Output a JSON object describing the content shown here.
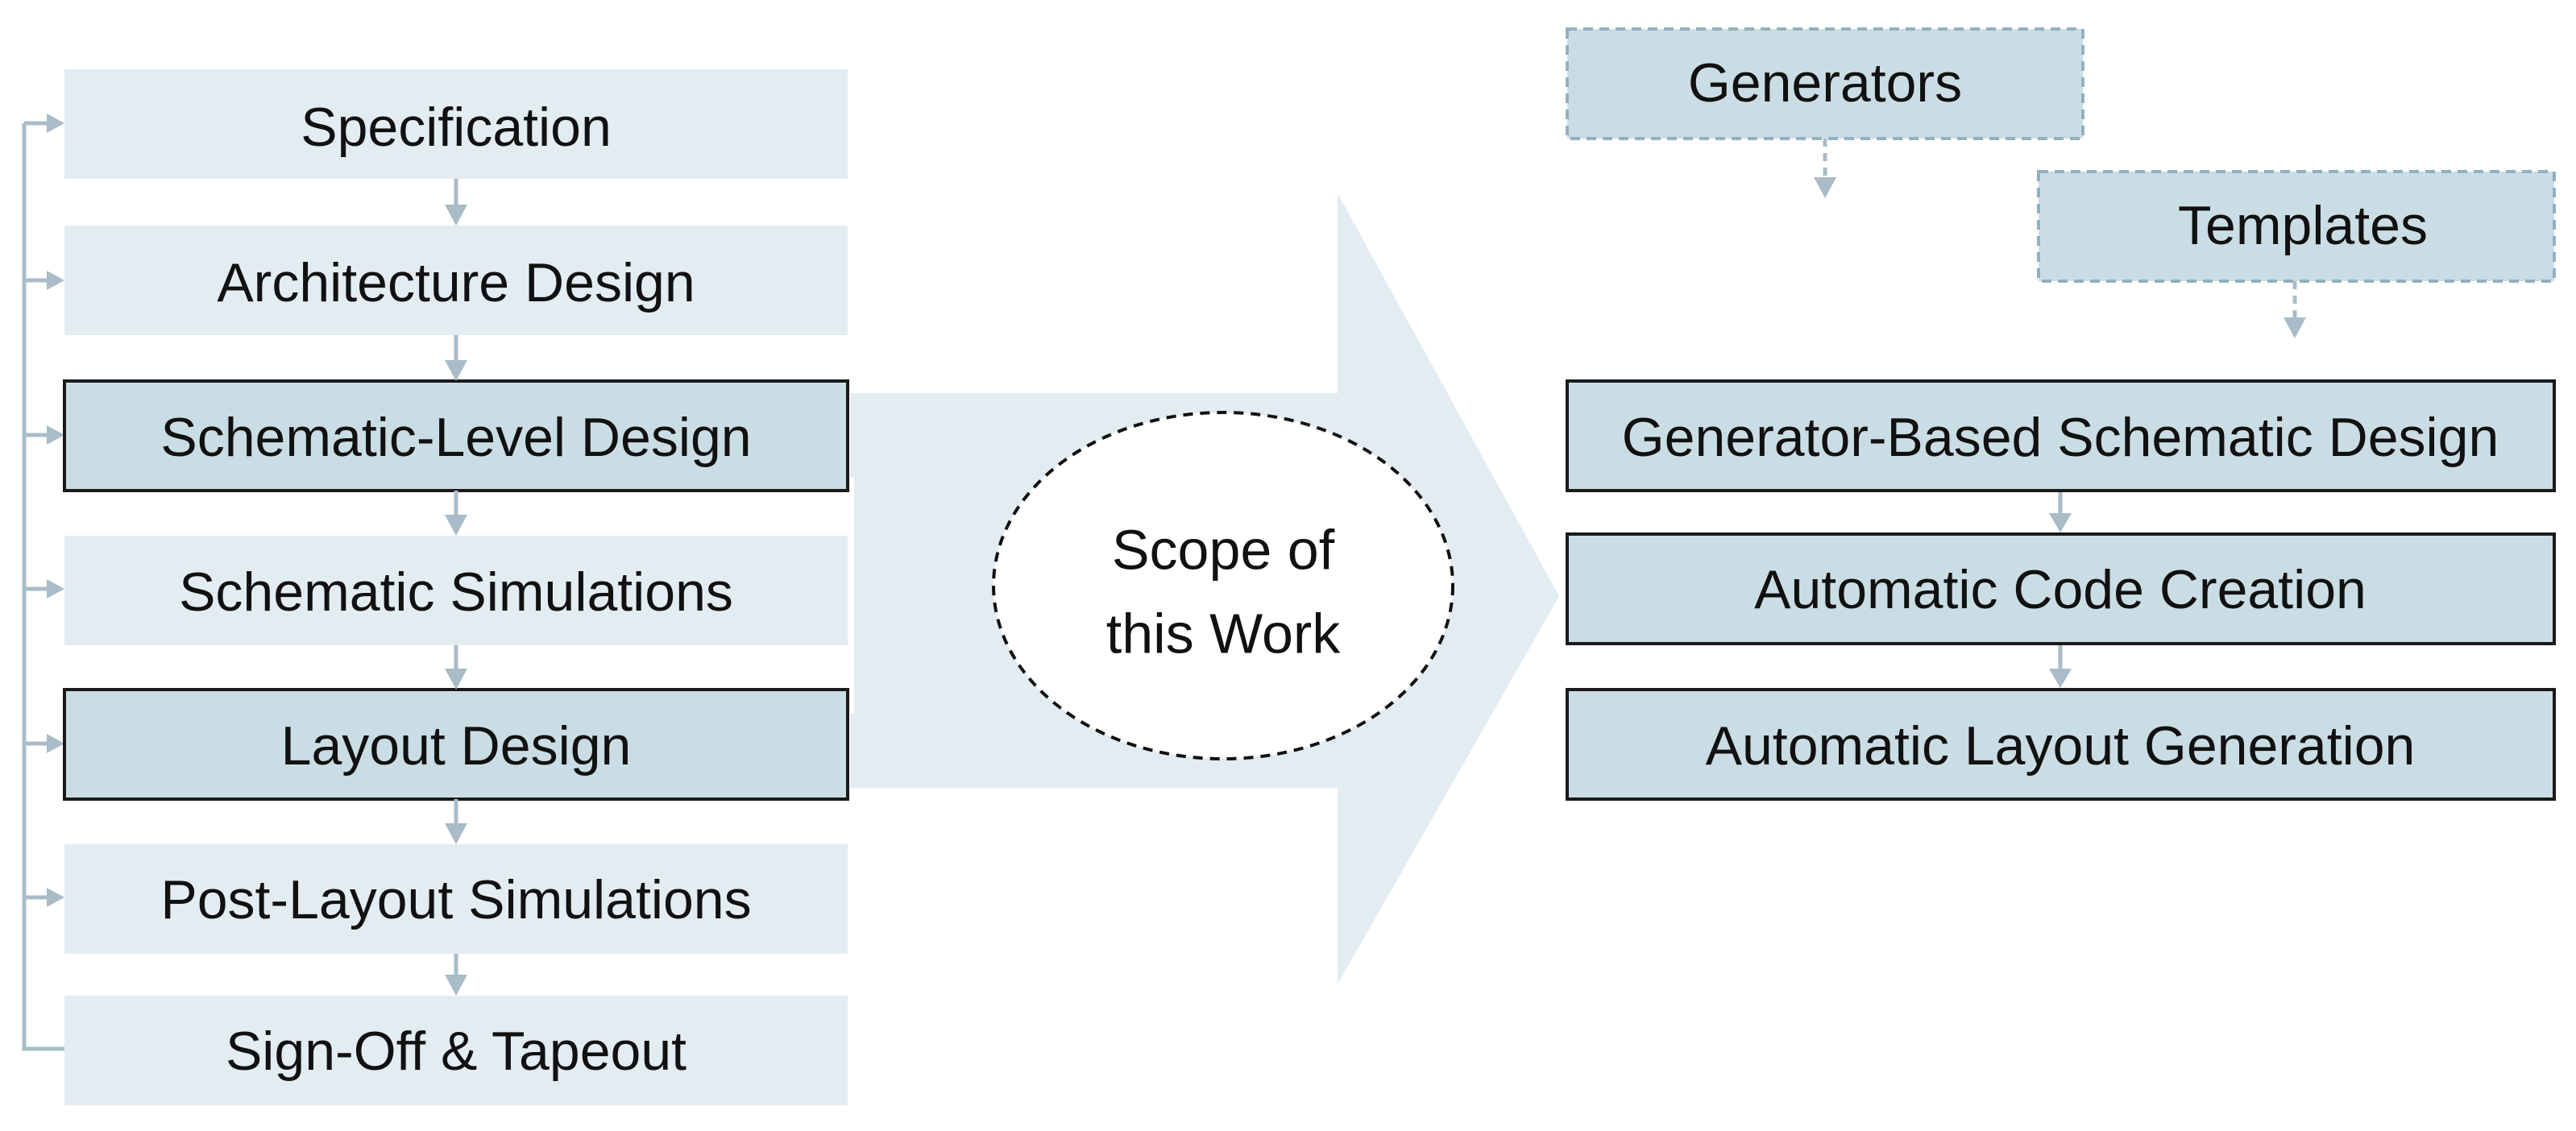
{
  "colors": {
    "light_box": "#e3ecf1",
    "highlight_box": "#cbdde4",
    "arrow": "#a9bcc8",
    "big_arrow": "#e3ecf1",
    "border": "#1a1a1a",
    "dashed_border": "#93b0bf"
  },
  "design_flow": {
    "steps": [
      {
        "label": "Specification",
        "highlighted": false
      },
      {
        "label": "Architecture Design",
        "highlighted": false
      },
      {
        "label": "Schematic-Level Design",
        "highlighted": true
      },
      {
        "label": "Schematic Simulations",
        "highlighted": false
      },
      {
        "label": "Layout Design",
        "highlighted": true
      },
      {
        "label": "Post-Layout Simulations",
        "highlighted": false
      },
      {
        "label": "Sign-Off & Tapeout",
        "highlighted": false
      }
    ]
  },
  "scope": {
    "line1": "Scope of",
    "line2": "this Work"
  },
  "inputs": {
    "generators": "Generators",
    "templates": "Templates"
  },
  "automated_flow": {
    "steps": [
      {
        "label": "Generator-Based Schematic Design"
      },
      {
        "label": "Automatic Code Creation"
      },
      {
        "label": "Automatic Layout Generation"
      }
    ]
  }
}
